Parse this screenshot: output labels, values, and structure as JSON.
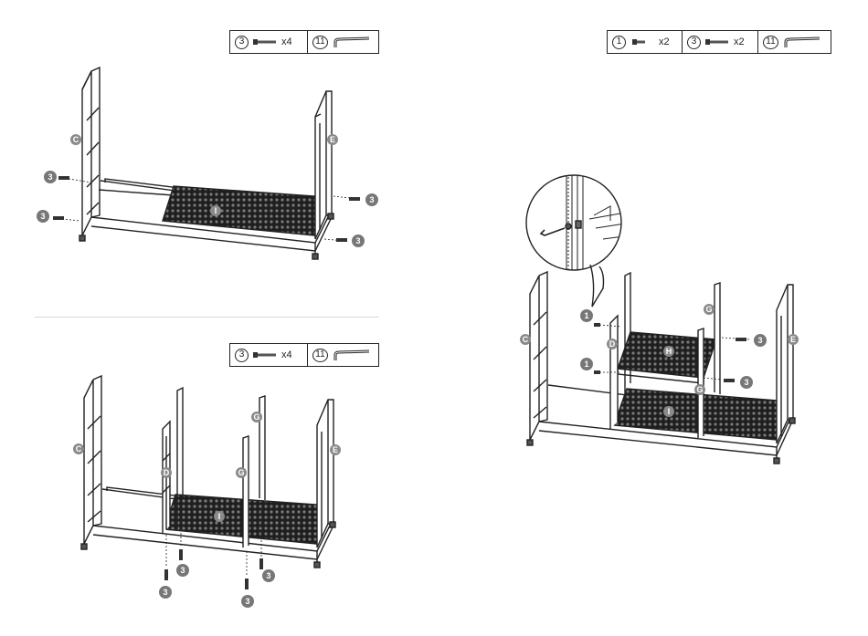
{
  "step1": {
    "parts": [
      {
        "num": "3",
        "qty": "x4",
        "icon": "bolt-icon"
      },
      {
        "num": "11",
        "qty": "",
        "icon": "allen-key-icon"
      }
    ],
    "labels": {
      "panel_left": "C",
      "panel_right": "E",
      "mesh": "I",
      "screw": "3"
    }
  },
  "step2": {
    "parts": [
      {
        "num": "3",
        "qty": "x4",
        "icon": "bolt-icon"
      },
      {
        "num": "11",
        "qty": "",
        "icon": "allen-key-icon"
      }
    ],
    "labels": {
      "panel_left": "C",
      "panel_right": "E",
      "divider": "D",
      "post": "G",
      "mesh": "I",
      "screw": "3"
    }
  },
  "step3": {
    "parts": [
      {
        "num": "1",
        "qty": "x2",
        "icon": "short-bolt-icon"
      },
      {
        "num": "3",
        "qty": "x2",
        "icon": "bolt-icon"
      },
      {
        "num": "11",
        "qty": "",
        "icon": "allen-key-icon"
      }
    ],
    "labels": {
      "panel_left": "C",
      "panel_right": "E",
      "divider": "D",
      "post": "G",
      "shelf": "H",
      "mesh": "I",
      "screw_small": "1",
      "screw": "3"
    }
  }
}
